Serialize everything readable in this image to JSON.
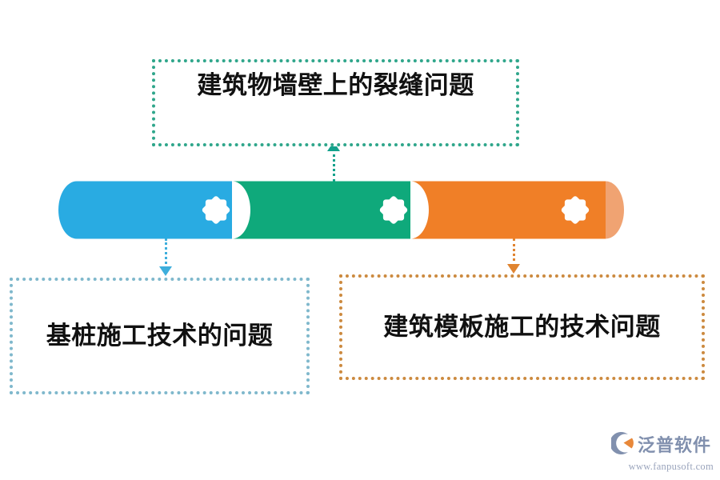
{
  "diagram": {
    "title_items": [
      {
        "id": "wall-crack",
        "label": "建筑物墙壁上的裂缝问题",
        "border_color": "#2FA68B",
        "connector_color": "#12A18B",
        "connector_direction": "up"
      },
      {
        "id": "pile-foundation",
        "label": "基桩施工技术的问题",
        "border_color": "#7FB8CC",
        "connector_color": "#3DAEDC",
        "connector_direction": "down"
      },
      {
        "id": "formwork",
        "label": "建筑模板施工的技术问题",
        "border_color": "#CC8A3F",
        "connector_color": "#E08430",
        "connector_direction": "down"
      }
    ],
    "cylinder": {
      "segments": [
        {
          "id": "segment-blue",
          "color": "#29ABE2",
          "marker": "burst-star-icon"
        },
        {
          "id": "segment-green",
          "color": "#0FA97B",
          "marker": "burst-star-icon"
        },
        {
          "id": "segment-orange",
          "color": "#F07F27",
          "marker": "burst-star-icon"
        }
      ],
      "end_cap_color": "#F0A372",
      "marker_color": "#FFFFFF"
    }
  },
  "branding": {
    "name": "泛普软件",
    "url": "www.fanpusoft.com",
    "mark_colors": {
      "arc": "#8190AE",
      "dot": "#E8883A"
    }
  }
}
